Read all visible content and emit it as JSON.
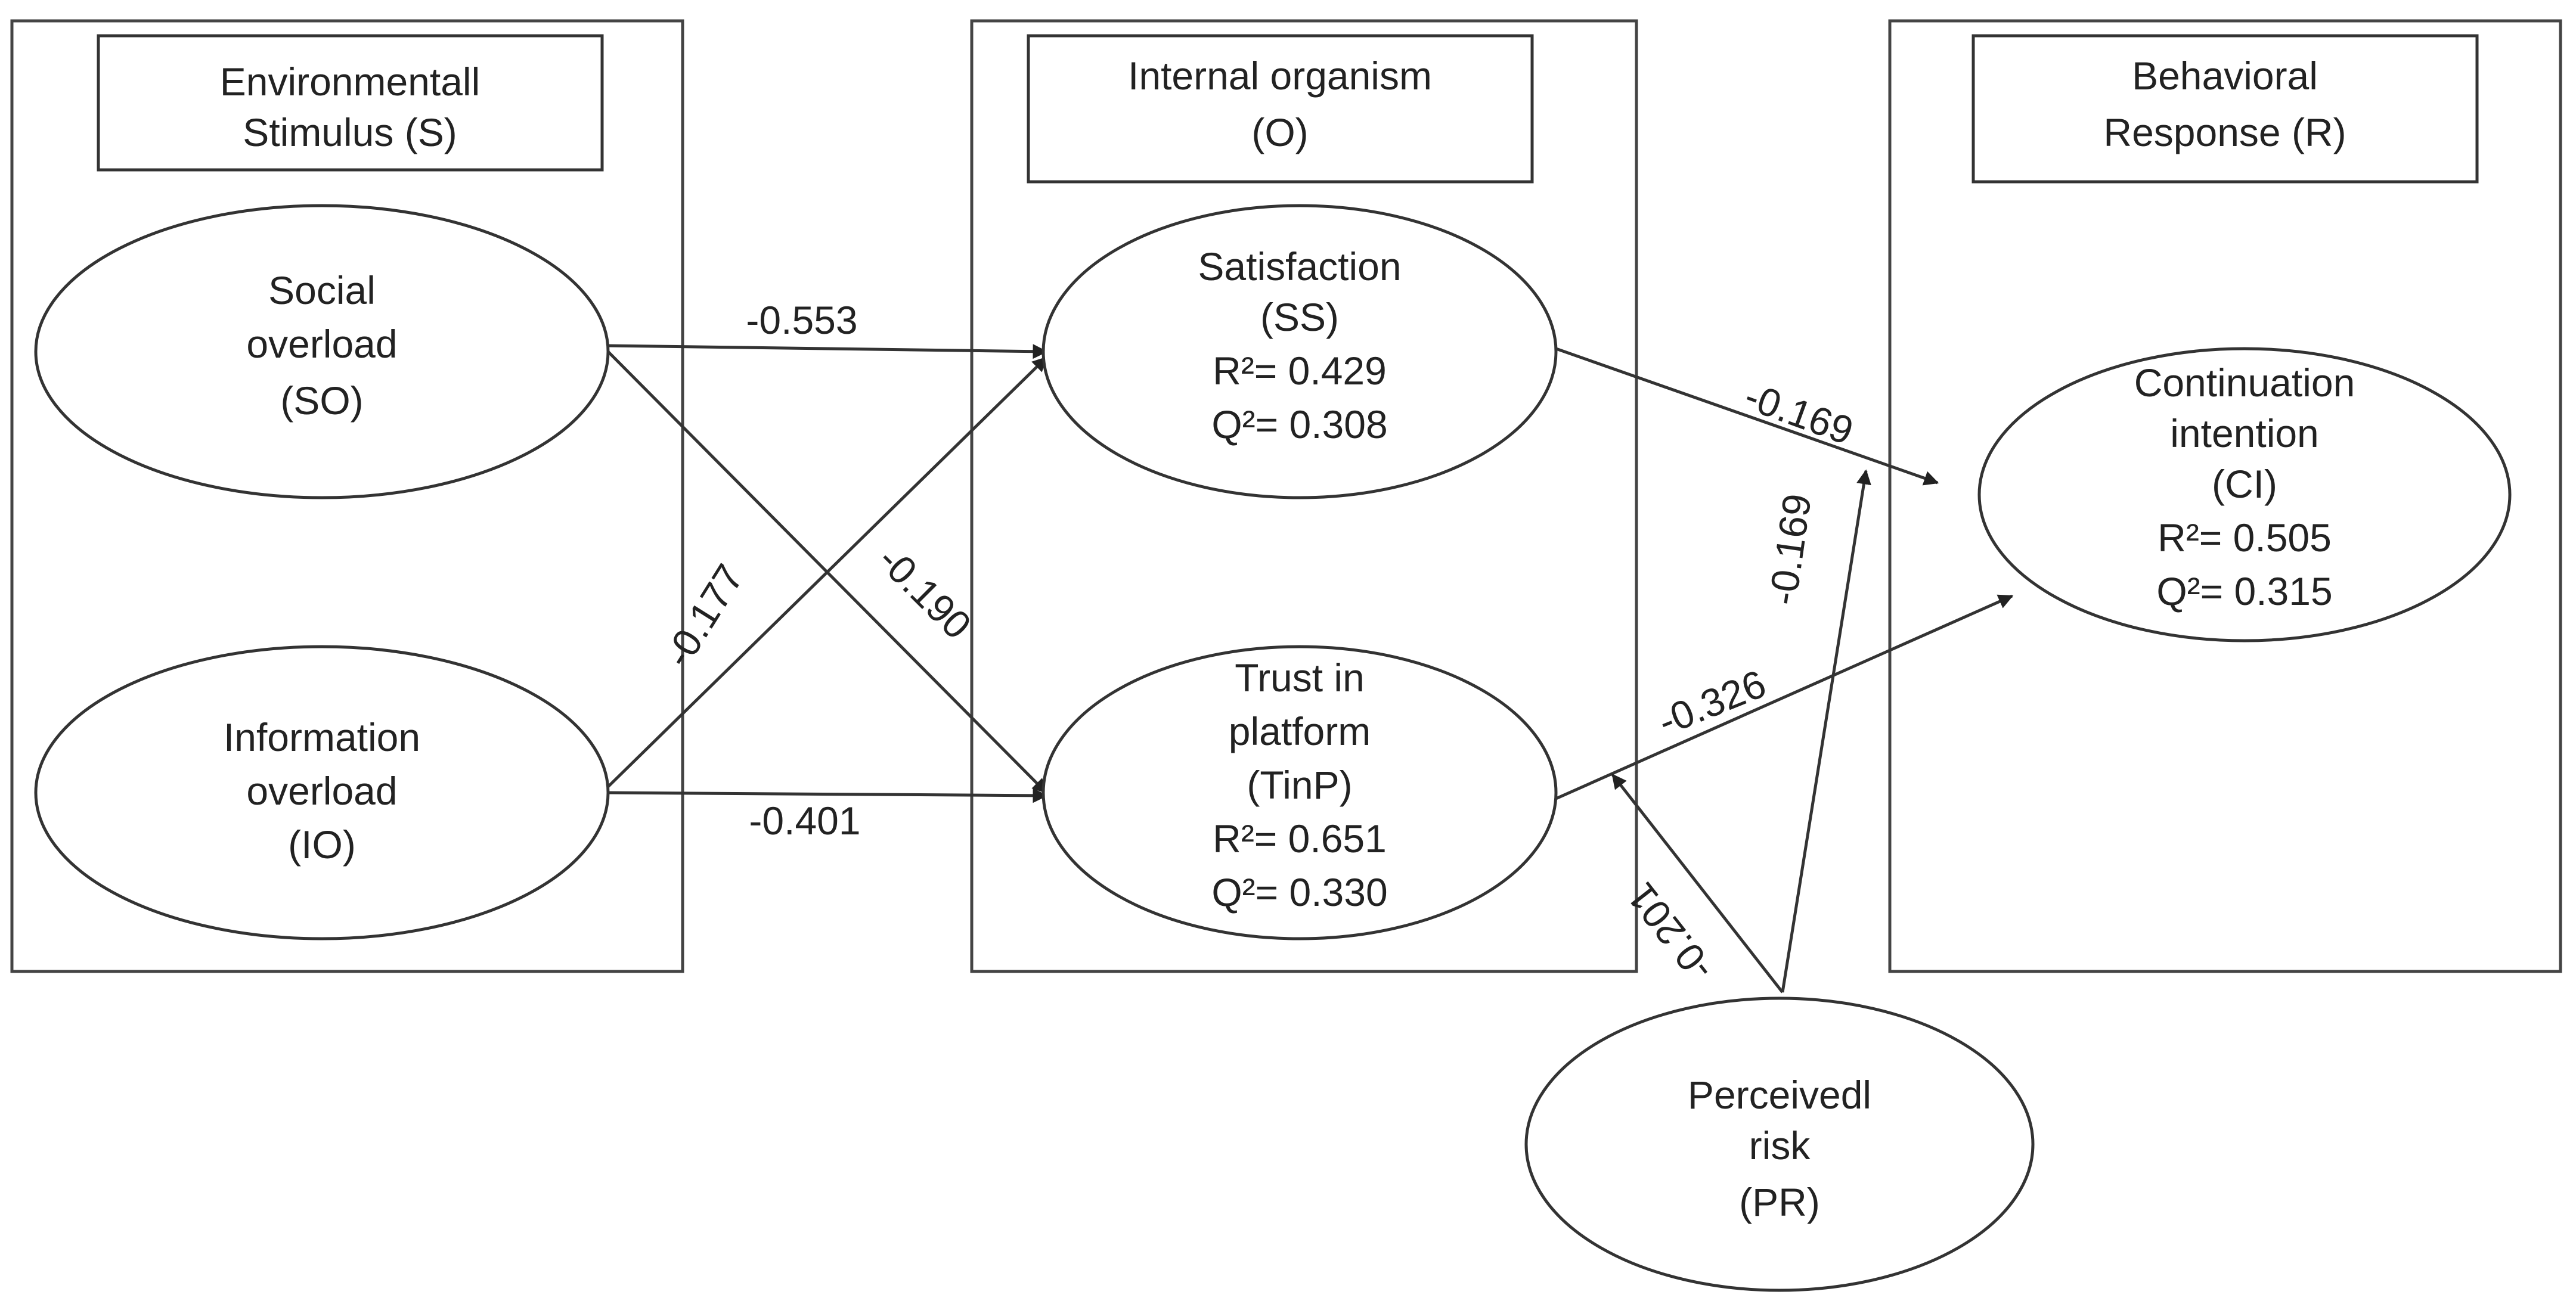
{
  "panels": {
    "stimulus": {
      "header_line1": "Environmentall",
      "header_line2": "Stimulus (S)"
    },
    "organism": {
      "header_line1": "Internal organism",
      "header_line2": "(O)"
    },
    "response": {
      "header_line1": "Behavioral",
      "header_line2": "Response (R)"
    }
  },
  "constructs": {
    "social_overload": {
      "line1": "Social",
      "line2": "overload",
      "line3": "(SO)"
    },
    "information_overload": {
      "line1": "Information",
      "line2": "overload",
      "line3": "(IO)"
    },
    "satisfaction": {
      "line1": "Satisfaction",
      "line2": "(SS)",
      "r2": "R²= 0.429",
      "q2": "Q²= 0.308"
    },
    "trust": {
      "line1": "Trust in",
      "line2": "platform",
      "line3": "(TinP)",
      "r2": "R²= 0.651",
      "q2": "Q²= 0.330"
    },
    "continuation": {
      "line1": "Continuation",
      "line2": "intention",
      "line3": "(CI)",
      "r2": "R²= 0.505",
      "q2": "Q²= 0.315"
    },
    "perceived_risk": {
      "line1": "Perceivedl",
      "line2": "risk",
      "line3": "(PR)"
    }
  },
  "paths": {
    "so_ss": "-0.553",
    "so_tinp": "-0.190",
    "io_ss": "-0.177",
    "io_tinp": "-0.401",
    "ss_ci": "-0.169",
    "tinp_ci": "-0.326",
    "pr_ci": "-0.169",
    "pr_tinp": "-0.201"
  }
}
